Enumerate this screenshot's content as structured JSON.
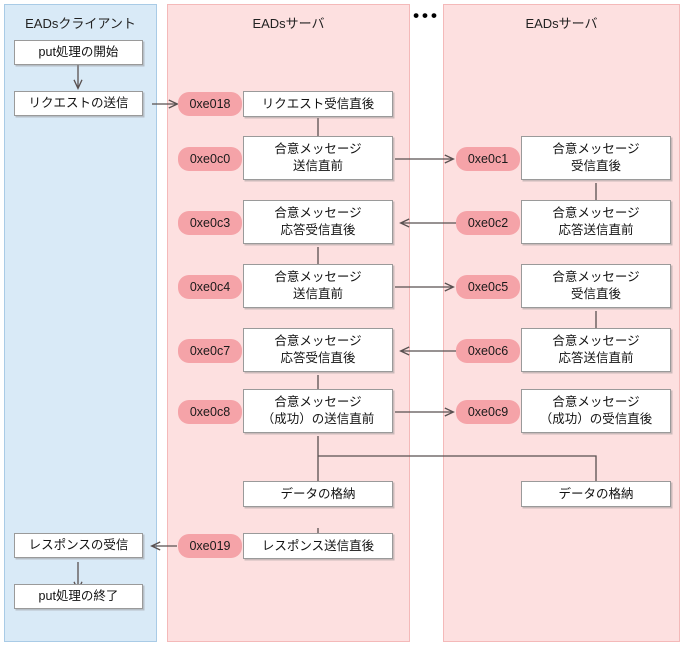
{
  "lanes": [
    {
      "id": "client",
      "title": "EADsクライアント"
    },
    {
      "id": "server-a",
      "title": "EADsサーバ"
    },
    {
      "id": "server-b",
      "title": "EADsサーバ"
    }
  ],
  "separator": {
    "symbol": "•••",
    "meaning": "more-servers-ellipsis"
  },
  "colors": {
    "client_lane_bg": "#d9eaf7",
    "client_lane_border": "#a9cbe6",
    "server_lane_bg": "#fde0e0",
    "server_lane_border": "#f4b9b9",
    "pill_bg": "#f5a3a8",
    "box_bg": "#ffffff",
    "box_border": "#9a9a9a",
    "arrow": "#595050"
  },
  "client_steps": [
    {
      "key": "put-start",
      "label": "put処理の開始"
    },
    {
      "key": "send-request",
      "label": "リクエストの送信"
    },
    {
      "key": "receive-response",
      "label": "レスポンスの受信"
    },
    {
      "key": "put-end",
      "label": "put処理の終了"
    }
  ],
  "server_a_steps": [
    {
      "key": "request-received",
      "pill": "0xe018",
      "label": "リクエスト受信直後"
    },
    {
      "key": "consensus-send-1",
      "pill": "0xe0c0",
      "label": "合意メッセージ\n送信直前"
    },
    {
      "key": "consensus-ack-recv-1",
      "pill": "0xe0c3",
      "label": "合意メッセージ\n応答受信直後"
    },
    {
      "key": "consensus-send-2",
      "pill": "0xe0c4",
      "label": "合意メッセージ\n送信直前"
    },
    {
      "key": "consensus-ack-recv-2",
      "pill": "0xe0c7",
      "label": "合意メッセージ\n応答受信直後"
    },
    {
      "key": "consensus-success-send",
      "pill": "0xe0c8",
      "label": "合意メッセージ\n（成功）の送信直前"
    },
    {
      "key": "store-data",
      "pill": "",
      "label": "データの格納"
    },
    {
      "key": "response-sent",
      "pill": "0xe019",
      "label": "レスポンス送信直後"
    }
  ],
  "server_b_steps": [
    {
      "key": "consensus-recv-1",
      "pill": "0xe0c1",
      "label": "合意メッセージ\n受信直後"
    },
    {
      "key": "consensus-ack-send-1",
      "pill": "0xe0c2",
      "label": "合意メッセージ\n応答送信直前"
    },
    {
      "key": "consensus-recv-2",
      "pill": "0xe0c5",
      "label": "合意メッセージ\n受信直後"
    },
    {
      "key": "consensus-ack-send-2",
      "pill": "0xe0c6",
      "label": "合意メッセージ\n応答送信直前"
    },
    {
      "key": "consensus-success-recv",
      "pill": "0xe0c9",
      "label": "合意メッセージ\n（成功）の受信直後"
    },
    {
      "key": "store-data",
      "pill": "",
      "label": "データの格納"
    }
  ]
}
